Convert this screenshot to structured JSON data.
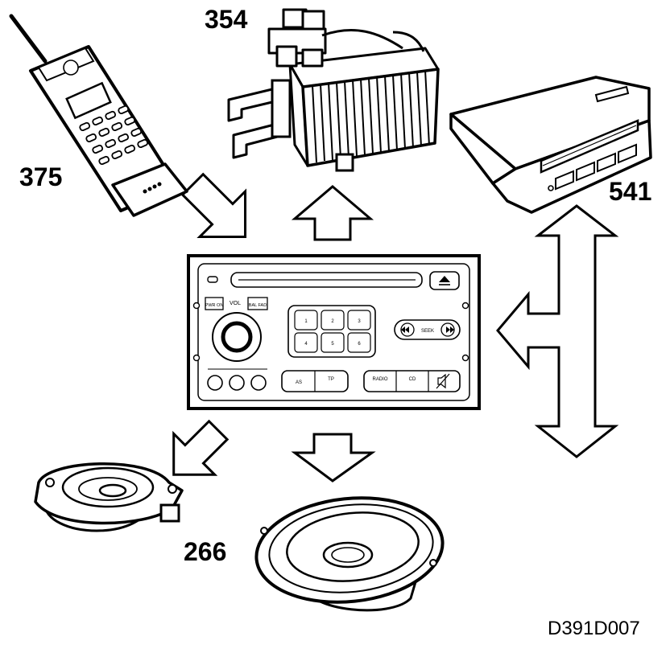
{
  "callouts": {
    "phone": "375",
    "amplifier": "354",
    "display": "541",
    "speakers": "266"
  },
  "document_id": "D391D007",
  "radio_labels": {
    "pwr_on": "PWR ON",
    "vol": "VOL",
    "bal_fad": "BAL FAD",
    "presets": [
      "1",
      "2",
      "3",
      "4",
      "5",
      "6"
    ],
    "seek": "SEEK",
    "as": "AS",
    "tp": "TP",
    "radio": "RADIO",
    "cd": "CD"
  }
}
